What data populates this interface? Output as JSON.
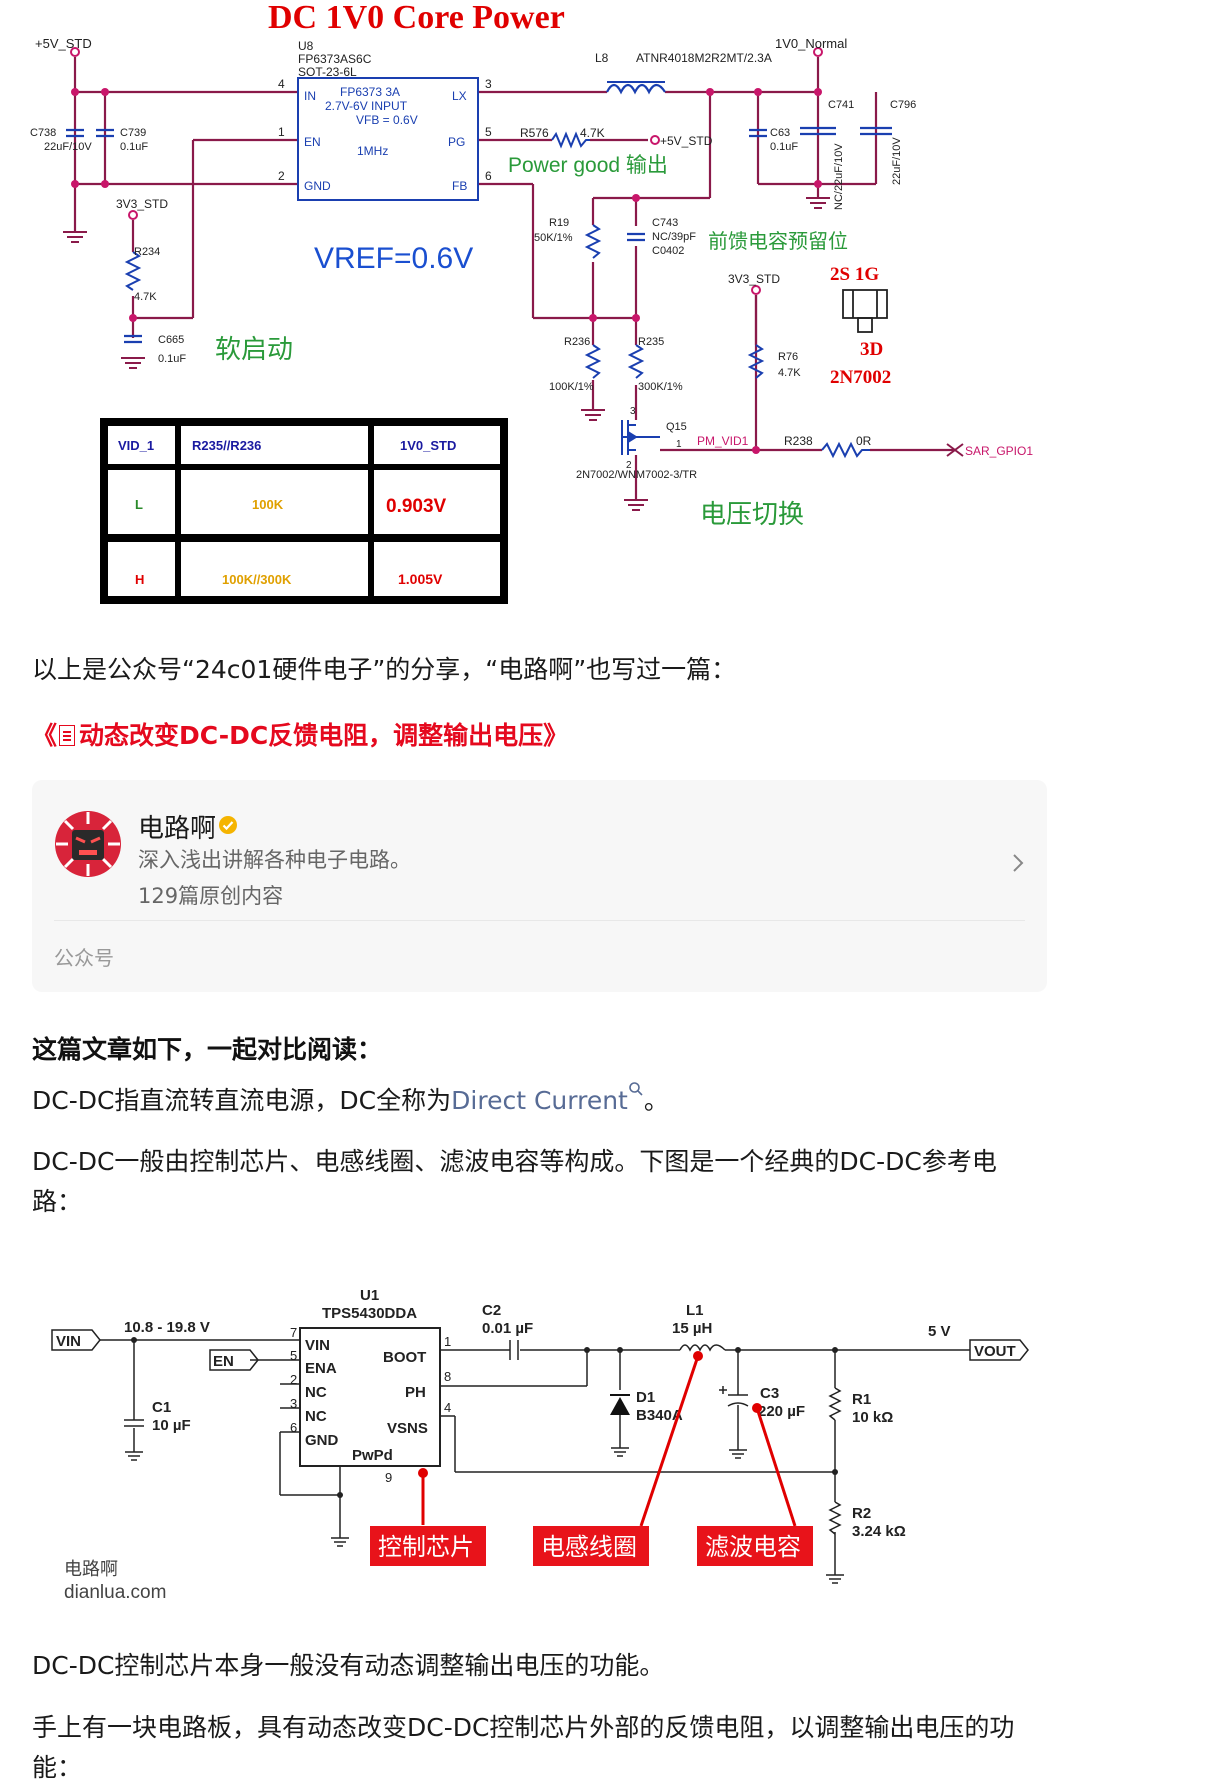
{
  "schematic_top": {
    "title": "DC 1V0   Core  Power",
    "chip_ref": "U8",
    "chip_part": "FP6373AS6C",
    "chip_package": "SOT-23-6L",
    "chip_block_title": "FP6373 3A",
    "chip_block_input": "2.7V-6V INPUT",
    "chip_block_vfb": "VFB = 0.6V",
    "chip_block_freq": "1MHz",
    "pin_in": "IN",
    "pin_en": "EN",
    "pin_gnd": "GND",
    "pin_lx": "LX",
    "pin_pg": "PG",
    "pin_fb": "FB",
    "pin_4": "4",
    "pin_1": "1",
    "pin_2": "2",
    "pin_3": "3",
    "pin_5": "5",
    "pin_6": "6",
    "net_5v_std": "+5V_STD",
    "net_3v3_std_left": "3V3_STD",
    "net_3v3_std_right": "3V3_STD",
    "net_1v0_normal": "1V0_Normal",
    "net_pg_5v": "+5V_STD",
    "l8_ref": "L8",
    "l8_part": "ATNR4018M2R2MT/2.3A",
    "c738_ref": "C738",
    "c738_val": "22uF/10V",
    "c739_ref": "C739",
    "c739_val": "0.1uF",
    "r576_ref": "R576",
    "r576_val": "4.7K",
    "power_good_label": "Power good 输出",
    "r234_ref": "R234",
    "r234_val": "4.7K",
    "c665_ref": "C665",
    "c665_val": "0.1uF",
    "soft_start_label": "软启动",
    "vref_label": "VREF=0.6V",
    "r19_ref": "R19",
    "r19_val": "50K/1%",
    "c743_ref": "C743",
    "c743_val": "NC/39pF",
    "c743_pkg": "C0402",
    "feedforward_label": "前馈电容预留位",
    "c63_ref": "C63",
    "c63_val": "0.1uF",
    "c741_ref": "C741",
    "c741_val": "NC/22uF/10V",
    "c796_ref": "C796",
    "c796_val": "22uF/10V",
    "pkg_label_1": "2S  1G",
    "pkg_label_2": "3D",
    "pkg_label_3": "2N7002",
    "r236_ref": "R236",
    "r236_val": "100K/1%",
    "r235_ref": "R235",
    "r235_val": "300K/1%",
    "r76_ref": "R76",
    "r76_val": "4.7K",
    "q15_ref": "Q15",
    "q15_part": "2N7002/WNM7002-3/TR",
    "q15_pin_d": "3",
    "q15_pin_g": "1",
    "q15_pin_s": "2",
    "net_pm_vid1": "PM_VID1",
    "r238_ref": "R238",
    "r238_val": "0R",
    "net_sar_gpio1": "SAR_GPIO1",
    "voltage_switch_label": "电压切换",
    "table": {
      "headers": [
        "VID_1",
        "R235//R236",
        "1V0_STD"
      ],
      "rows": [
        [
          "L",
          "100K",
          "0.903V"
        ],
        [
          "H",
          "100K//300K",
          "1.005V"
        ]
      ]
    }
  },
  "intro_text": "以上是公众号“24c01硬件电子”的分享，“电路啊”也写过一篇：",
  "link": {
    "prefix": "《",
    "title": "动态改变DC-DC反馈电阻，调整输出电压",
    "suffix": "》"
  },
  "account_card": {
    "name": "电路啊",
    "description": "深入浅出讲解各种电子电路。",
    "count": "129篇原创内容",
    "footer": "公众号"
  },
  "section_heading": "这篇文章如下，一起对比阅读：",
  "para1_before": "DC-DC指直流转直流电源，DC全称为",
  "para1_link": "Direct Current",
  "para1_after": "。",
  "para2_line1": "DC-DC一般由控制芯片、电感线圈、滤波电容等构成。下图是一个经典的DC-DC参考电",
  "para2_line2": "路：",
  "schematic_bottom": {
    "u1_ref": "U1",
    "u1_part": "TPS5430DDA",
    "vin_label": "VIN",
    "vin_range": "10.8 - 19.8 V",
    "en_label": "EN",
    "c1_ref": "C1",
    "c1_val": "10 µF",
    "c2_ref": "C2",
    "c2_val": "0.01 µF",
    "l1_ref": "L1",
    "l1_val": "15 µH",
    "d1_ref": "D1",
    "d1_part": "B340A",
    "c3_ref": "C3",
    "c3_val": "220 µF",
    "r1_ref": "R1",
    "r1_val": "10 kΩ",
    "r2_ref": "R2",
    "r2_val": "3.24 kΩ",
    "vout_voltage": "5 V",
    "vout_label": "VOUT",
    "pins_left": [
      "VIN",
      "ENA",
      "NC",
      "NC",
      "GND"
    ],
    "pin_nums_left": [
      "7",
      "5",
      "2",
      "3",
      "6"
    ],
    "pins_right": [
      "BOOT",
      "PH",
      "VSNS"
    ],
    "pin_nums_right": [
      "1",
      "8",
      "4"
    ],
    "pin_pwpd": "PwPd",
    "pin_9": "9",
    "tag_control_chip": "控制芯片",
    "tag_inductor": "电感线圈",
    "tag_filter_cap": "滤波电容",
    "watermark_cn": "电路啊",
    "watermark_en": "dianlua.com"
  },
  "para3": "DC-DC控制芯片本身一般没有动态调整输出电压的功能。",
  "para4_line1": "手上有一块电路板，具有动态改变DC-DC控制芯片外部的反馈电阻，以调整输出电压的功",
  "para4_line2": "能："
}
